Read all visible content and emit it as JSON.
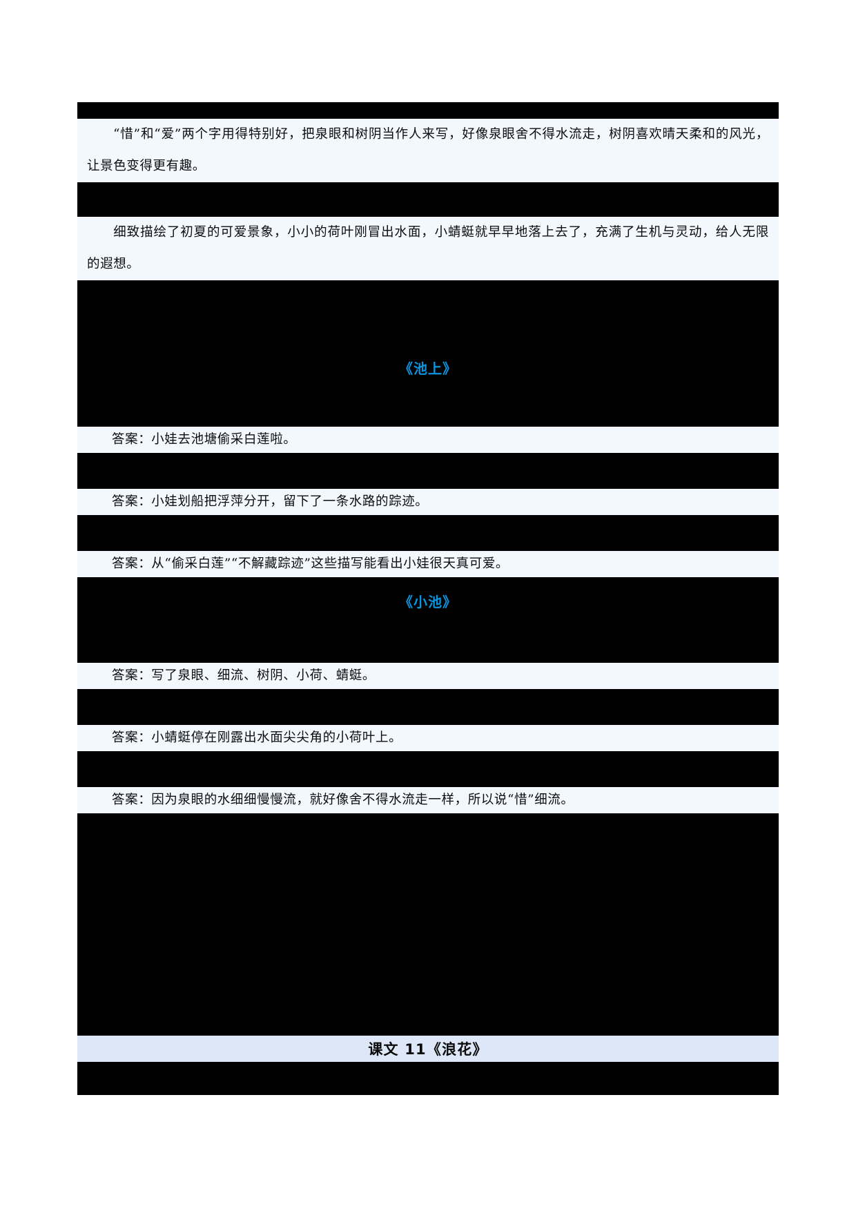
{
  "document": {
    "page_background": "#ffffff",
    "content_background": "#000000",
    "text_band_background": "#f2f8fe",
    "accent_color": "#0b95e0",
    "header_band_background": "#dee7f7"
  },
  "paragraphs": {
    "p1": "“惜”和“爱”两个字用得特别好，把泉眼和树阴当作人来写，好像泉眼舍不得水流走，树阴喜欢晴天柔和的风光，让景色变得更有趣。",
    "p2": "细致描绘了初夏的可爱景象，小小的荷叶刚冒出水面，小蜻蜓就早早地落上去了，充满了生机与灵动，给人无限的遐想。"
  },
  "poem_sections": [
    {
      "title": "《池上》",
      "answers": [
        "答案：小娃去池塘偷采白莲啦。",
        "答案：小娃划船把浮萍分开，留下了一条水路的踪迹。",
        "答案：从“偷采白莲”“不解藏踪迹”这些描写能看出小娃很天真可爱。"
      ]
    },
    {
      "title": "《小池》",
      "answers": [
        "答案：写了泉眼、细流、树阴、小荷、蜻蜓。",
        "答案：小蜻蜓停在刚露出水面尖尖角的小荷叶上。",
        "答案：因为泉眼的水细细慢慢流，就好像舍不得水流走一样，所以说“惜”细流。"
      ]
    }
  ],
  "lesson_header": {
    "label": "课文 11《浪花》"
  }
}
